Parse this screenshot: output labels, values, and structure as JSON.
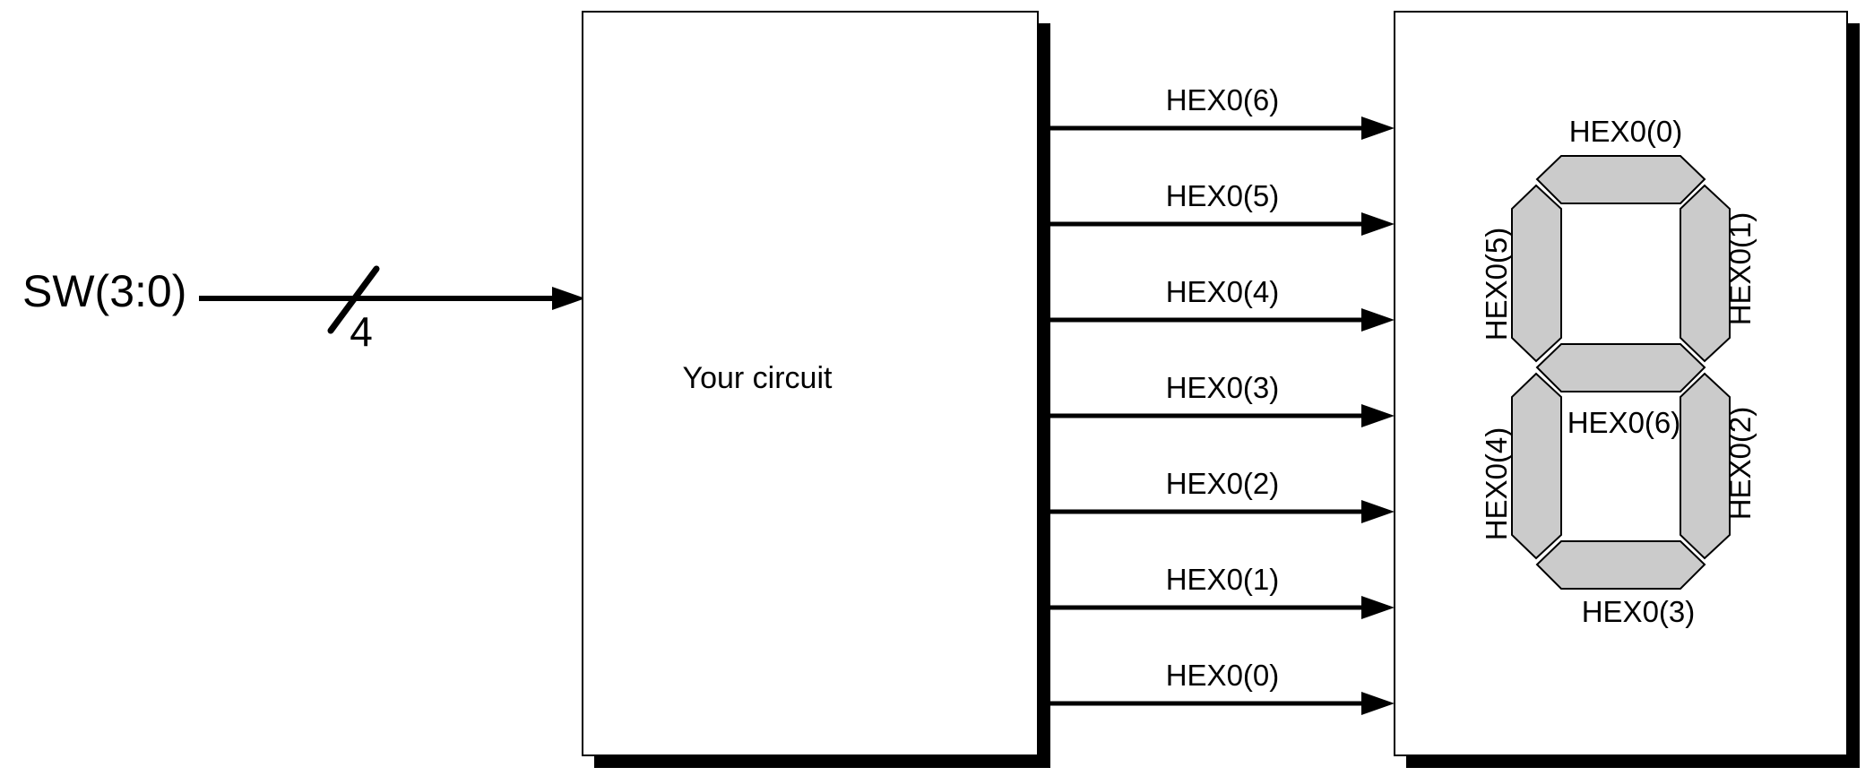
{
  "diagram": {
    "input": {
      "bus_label": "SW(3:0)",
      "bus_width": "4"
    },
    "circuit_box": {
      "label": "Your circuit"
    },
    "wires": [
      {
        "label": "HEX0(6)"
      },
      {
        "label": "HEX0(5)"
      },
      {
        "label": "HEX0(4)"
      },
      {
        "label": "HEX0(3)"
      },
      {
        "label": "HEX0(2)"
      },
      {
        "label": "HEX0(1)"
      },
      {
        "label": "HEX0(0)"
      }
    ],
    "display": {
      "segments": {
        "top": "HEX0(0)",
        "upper_right": "HEX0(1)",
        "lower_right": "HEX0(2)",
        "bottom": "HEX0(3)",
        "lower_left": "HEX0(4)",
        "upper_left": "HEX0(5)",
        "middle": "HEX0(6)"
      }
    },
    "colors": {
      "segment_fill": "#cbcbcb",
      "line": "#000000",
      "background": "#ffffff"
    }
  }
}
